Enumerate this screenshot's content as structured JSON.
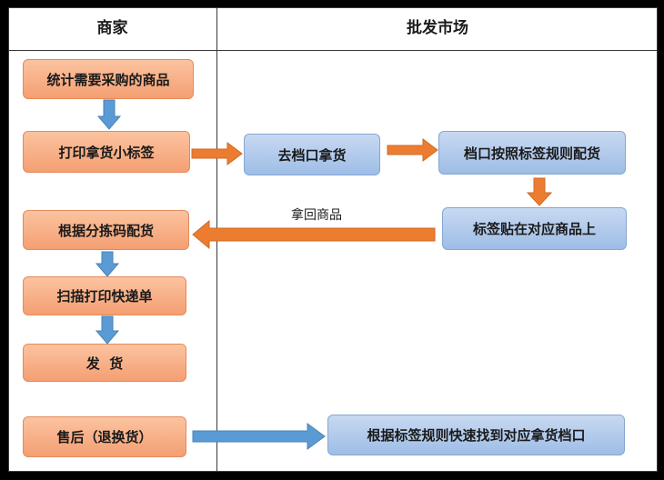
{
  "headers": {
    "merchant": "商家",
    "market": "批发市场"
  },
  "colors": {
    "orange_box": "#f6aa80",
    "blue_box": "#a9c5ea",
    "orange_arrow": "#ec7c30",
    "blue_arrow": "#5b9bd5"
  },
  "merchant_steps": [
    "统计需要采购的商品",
    "打印拿货小标签",
    "根据分拣码配货",
    "扫描打印快递单",
    "发  货",
    "售后（退换货）"
  ],
  "market_steps": [
    "去档口拿货",
    "档口按照标签规则配货",
    "标签贴在对应商品上",
    "根据标签规则快速找到对应拿货档口"
  ],
  "edge_labels": {
    "return_goods": "拿回商品"
  }
}
